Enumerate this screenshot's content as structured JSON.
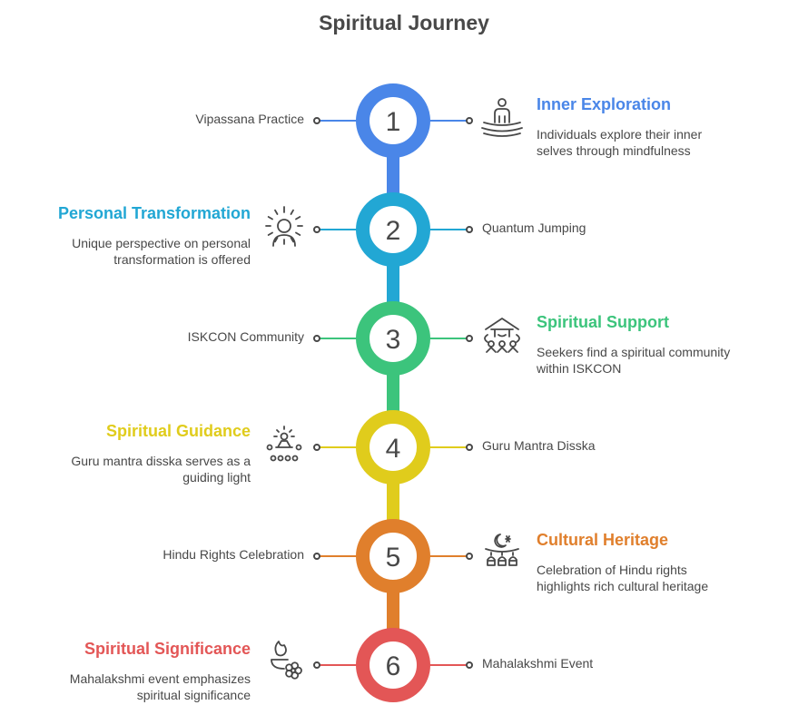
{
  "title": "Spiritual Journey",
  "steps": [
    {
      "number": "1",
      "color": "#4a86e8",
      "side": "right",
      "label": "Vipassana Practice",
      "heading": "Inner Exploration",
      "description": "Individuals explore their inner selves through mindfulness",
      "icon": "meditation-icon"
    },
    {
      "number": "2",
      "color": "#22a7d4",
      "side": "left",
      "label": "Quantum Jumping",
      "heading": "Personal Transformation",
      "description": "Unique perspective on personal transformation is offered",
      "icon": "radiant-person-icon"
    },
    {
      "number": "3",
      "color": "#3cc47c",
      "side": "right",
      "label": "ISKCON Community",
      "heading": "Spiritual Support",
      "description": "Seekers find a spiritual community within ISKCON",
      "icon": "community-temple-icon"
    },
    {
      "number": "4",
      "color": "#e0cc1c",
      "side": "left",
      "label": "Guru Mantra Disska",
      "heading": "Spiritual Guidance",
      "description": "Guru mantra disska serves as a guiding light",
      "icon": "guru-light-icon"
    },
    {
      "number": "5",
      "color": "#e07f2c",
      "side": "right",
      "label": "Hindu Rights Celebration",
      "heading": "Cultural Heritage",
      "description": "Celebration of Hindu rights highlights rich cultural heritage",
      "icon": "festival-lanterns-icon"
    },
    {
      "number": "6",
      "color": "#e35656",
      "side": "left",
      "label": "Mahalakshmi Event",
      "heading": "Spiritual Significance",
      "description": "Mahalakshmi event emphasizes spiritual significance",
      "icon": "diya-flower-icon"
    }
  ]
}
